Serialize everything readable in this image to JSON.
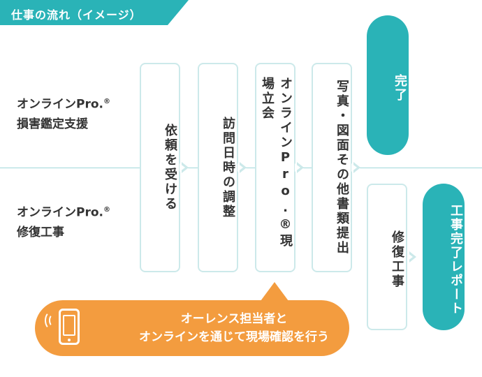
{
  "header": {
    "title": "仕事の流れ（イメージ）"
  },
  "rows": {
    "top": {
      "line1": "オンラインPro.",
      "mark": "®",
      "line2": "損害鑑定支援"
    },
    "bottom": {
      "line1": "オンラインPro.",
      "mark": "®",
      "line2": "修復工事"
    }
  },
  "steps": [
    {
      "label": "依頼を受ける"
    },
    {
      "label": "訪問日時の調整"
    },
    {
      "label": "オンラインPro.®現場立会"
    },
    {
      "label": "写真・図面その他書類提出"
    }
  ],
  "done": {
    "label": "完了"
  },
  "repair": {
    "label": "修復工事"
  },
  "report": {
    "label": "工事完了レポート"
  },
  "callout": {
    "line1": "オーレンス担当者と",
    "line2": "オンラインを通じて現場確認を行う",
    "icon": "smartphone-icon"
  },
  "colors": {
    "accent": "#2ab3b7",
    "callout": "#f39c3f",
    "step_border": "#cce9ea",
    "divider": "#9fd8da"
  }
}
